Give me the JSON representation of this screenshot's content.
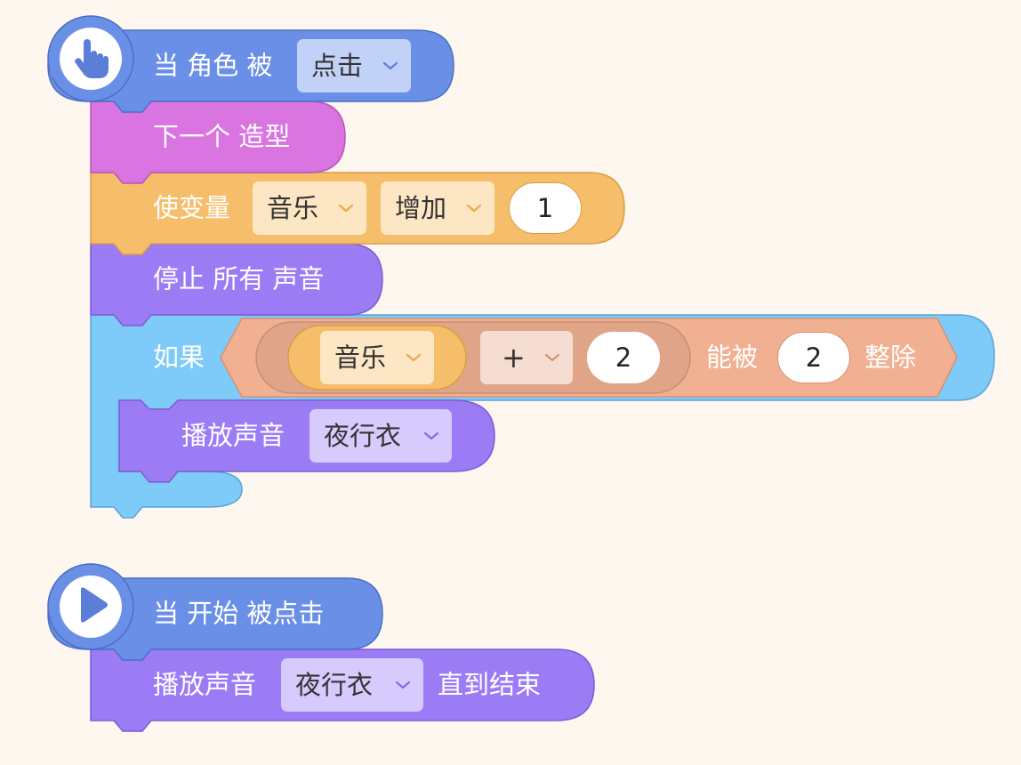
{
  "script1": {
    "hat": {
      "label": "当 角色 被",
      "dropdown": "点击",
      "icon": "hand-pointer-icon"
    },
    "next_costume": {
      "label": "下一个 造型"
    },
    "change_var": {
      "label": "使变量",
      "var_dropdown": "音乐",
      "op_dropdown": "增加",
      "value": "1"
    },
    "stop_sounds": {
      "label": "停止 所有 声音"
    },
    "if_block": {
      "label": "如果",
      "condition": {
        "inner_var": "音乐",
        "operator": "+",
        "operand": "2",
        "divisible_label": "能被",
        "divisor": "2",
        "end_label": "整除"
      },
      "body": {
        "label": "播放声音",
        "sound_dropdown": "夜行衣"
      }
    }
  },
  "script2": {
    "hat": {
      "label": "当 开始 被点击",
      "icon": "play-icon"
    },
    "play_until": {
      "label": "播放声音",
      "sound_dropdown": "夜行衣",
      "end_label": "直到结束"
    }
  },
  "colors": {
    "events": "#6a8fe6",
    "looks": "#d974e0",
    "variables": "#f6be6a",
    "sound": "#9c7cf4",
    "control": "#7ecaf8",
    "operators": "#f2b092",
    "background": "#fdf7f0"
  }
}
